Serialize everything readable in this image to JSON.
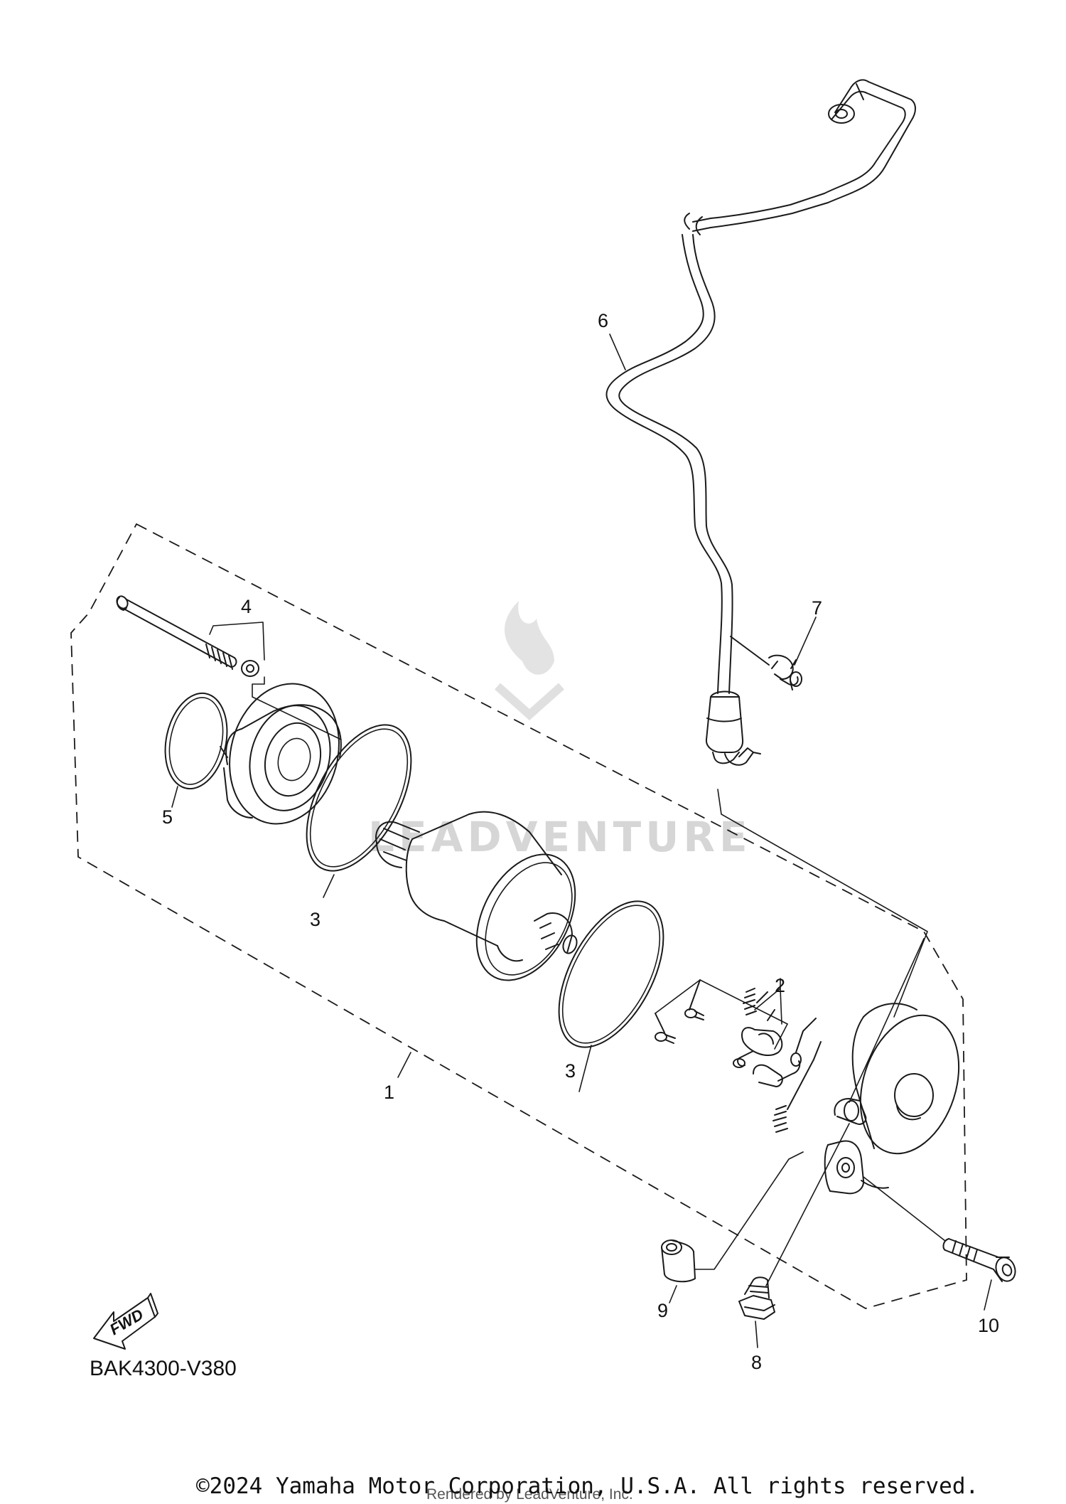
{
  "diagram": {
    "code": "BAK4300-V380",
    "fwd_label": "FWD",
    "watermark": "LEADVENTURE",
    "copyright": "©2024 Yamaha Motor Corporation, U.S.A. All rights reserved.",
    "rendered_by": "Rendered by LeadVenture, Inc.",
    "callouts": {
      "c1": "1",
      "c2": "2",
      "c3a": "3",
      "c3b": "3",
      "c4": "4",
      "c5": "5",
      "c6": "6",
      "c7": "7",
      "c8": "8",
      "c9": "9",
      "c10": "10"
    }
  },
  "colors": {
    "line": "#1a1a1a",
    "watermark": "#d6d6d6",
    "background": "#ffffff"
  }
}
